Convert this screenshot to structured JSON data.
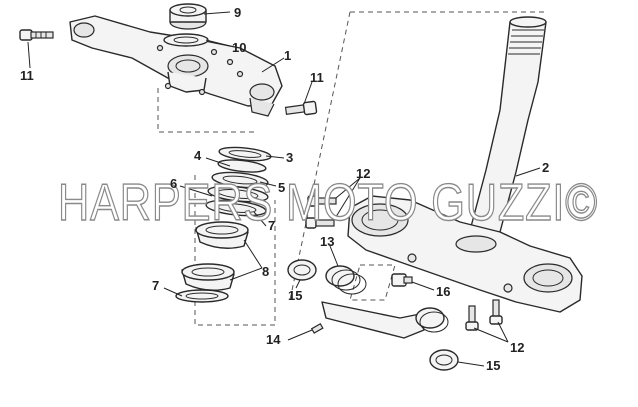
{
  "callouts": {
    "c1": "1",
    "c2": "2",
    "c3": "3",
    "c4": "4",
    "c5": "5",
    "c6": "6",
    "c7a": "7",
    "c7b": "7",
    "c8": "8",
    "c9": "9",
    "c10": "10",
    "c11a": "11",
    "c11b": "11",
    "c12a": "12",
    "c12b": "12",
    "c13": "13",
    "c14": "14",
    "c15a": "15",
    "c15b": "15",
    "c16": "16"
  },
  "watermark": "HARPERS MOTO GUZZI©"
}
